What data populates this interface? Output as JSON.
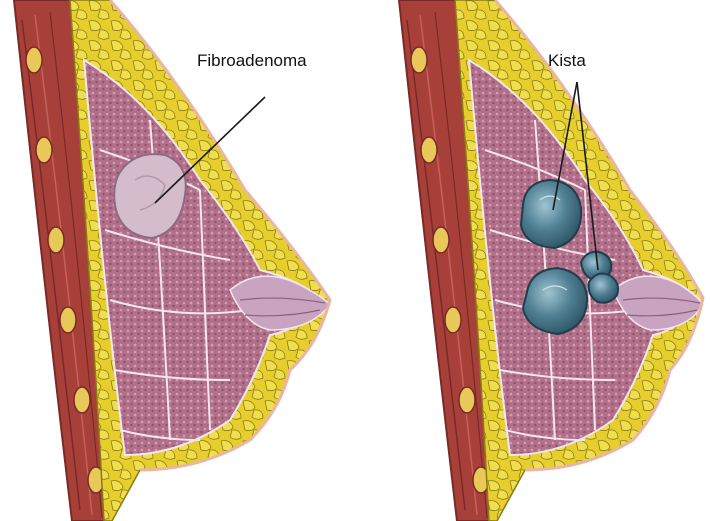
{
  "diagrams": [
    {
      "id": "left",
      "label": "Fibroadenoma"
    },
    {
      "id": "right",
      "label": "Kista"
    }
  ],
  "colors": {
    "background": "#ffffff",
    "muscle": "#a8403a",
    "muscle_dark": "#7a2a26",
    "fat": "#e6cf2c",
    "fat_outline": "#8a7a18",
    "gland_tissue": "#b0708a",
    "gland_lines": "#f3e6ee",
    "fibroadenoma": "#d4bccb",
    "cyst": "#4f7f92",
    "cyst_highlight": "#7fa8b8",
    "skin": "#e9b6a6",
    "leader_line": "#1a1a1a"
  }
}
